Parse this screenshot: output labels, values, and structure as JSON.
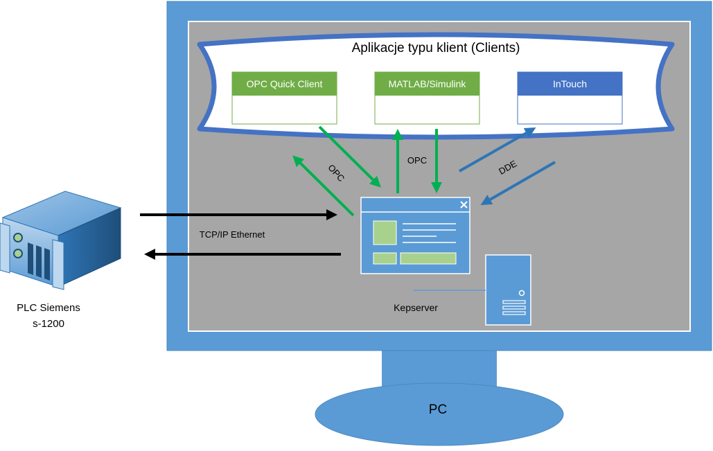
{
  "clients_banner": {
    "title": "Aplikacje typu klient (Clients)"
  },
  "clients": [
    {
      "label": "OPC Quick Client",
      "color": "#70ad47"
    },
    {
      "label": "MATLAB/Simulink",
      "color": "#70ad47"
    },
    {
      "label": "InTouch",
      "color": "#4472c4"
    }
  ],
  "connections": {
    "opc_left": "OPC",
    "opc_center": "OPC",
    "dde": "DDE",
    "tcp": "TCP/IP Ethernet"
  },
  "server": {
    "label": "Kepserver"
  },
  "plc": {
    "line1": "PLC Siemens",
    "line2": "s-1200"
  },
  "pc": {
    "label": "PC"
  },
  "colors": {
    "monitor": "#5b9bd5",
    "screen": "#a6a6a6",
    "opc_arrow": "#00b050",
    "dde_arrow": "#2e75b6",
    "tcp_arrow": "#000000",
    "banner_border": "#4472c4"
  }
}
